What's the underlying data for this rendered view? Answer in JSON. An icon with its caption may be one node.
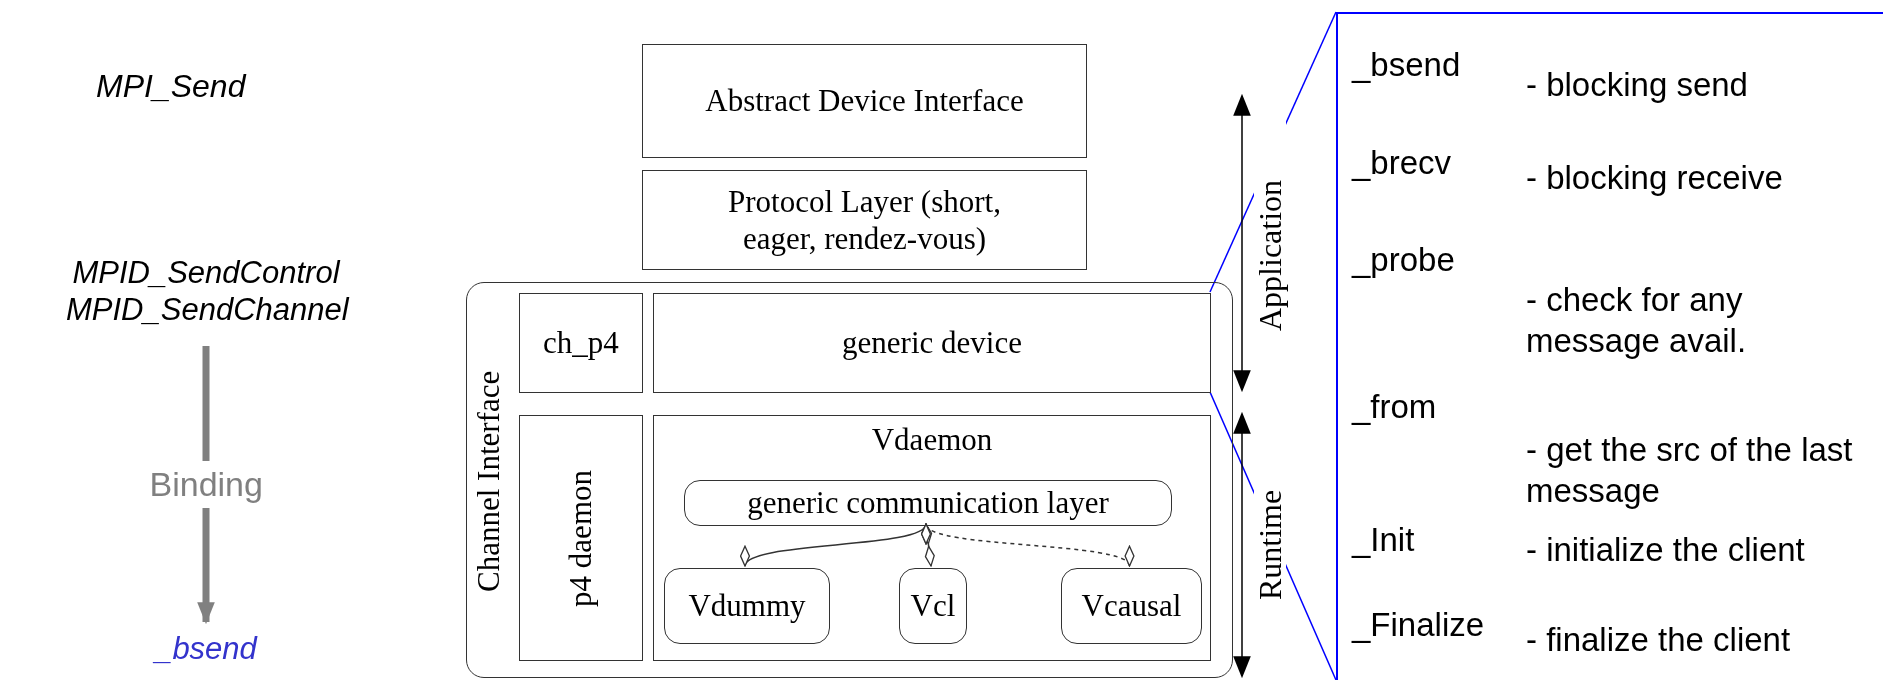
{
  "diagram": {
    "nodes": [
      {
        "text": [
          "Abstract Device Interface"
        ]
      },
      {
        "text": [
          "Protocol Layer (short, eager, rendez-vous)"
        ]
      },
      {
        "text": [
          "Channel Interface"
        ]
      },
      {
        "text": [
          "ch_p4"
        ],
        "in": 2
      },
      {
        "text": [
          "generic device"
        ],
        "in": 2
      },
      {
        "text": [
          "p4 daemon"
        ],
        "in": 2
      },
      {
        "text": [
          "Vdaemon"
        ],
        "in": 2
      },
      {
        "text": [
          "generic communication layer"
        ],
        "in": 6
      },
      {
        "text": [
          "Vdummy"
        ],
        "in": 6
      },
      {
        "text": [
          "Vcl"
        ],
        "in": 6
      },
      {
        "text": [
          "Vcausal"
        ],
        "in": 6
      },
      {
        "text": [
          "MPID_SendControl MPID_SendChannel"
        ]
      },
      {
        "text": [
          "_bsend"
        ]
      },
      {
        "text": [
          "_bsend",
          "- blocking send",
          "_brecv",
          "- blocking receive",
          "_probe",
          "- check for any message avail.",
          "_from",
          "- get the src of the last message",
          "_Init",
          "- initialize the client",
          "_Finalize",
          "- finalize the client"
        ]
      }
    ],
    "edges": [
      {
        "from": 11,
        "to": 12,
        "arrow": "to",
        "label": "Binding",
        "style": "thick",
        "color": "#808080"
      },
      {
        "from": 8,
        "to": 7,
        "arrow": "other"
      },
      {
        "from": 9,
        "to": 7,
        "arrow": "other"
      },
      {
        "from": 10,
        "to": 7,
        "arrow": "other",
        "style": "dashed"
      },
      {
        "from": 4,
        "to": 13,
        "arrow": "none",
        "color": "#0000ff"
      },
      {
        "from": 4,
        "to": 13,
        "arrow": "none",
        "color": "#0000ff"
      }
    ],
    "labels": [
      "MPI_Send",
      "Application",
      "Runtime"
    ]
  }
}
